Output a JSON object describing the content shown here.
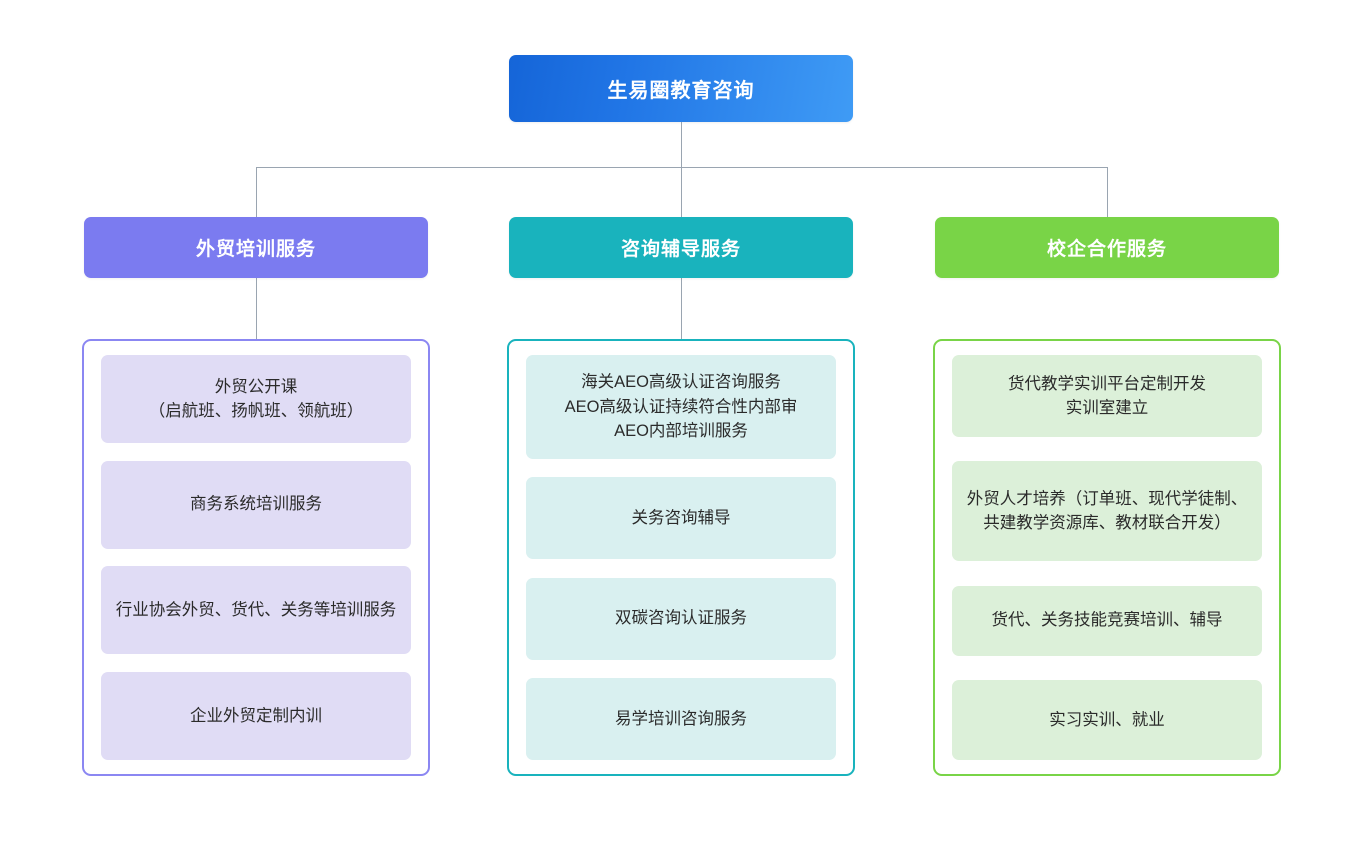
{
  "diagram": {
    "type": "organizational-tree",
    "root": {
      "label": "生易圈教育咨询",
      "color": "#2176e6"
    },
    "connectors": {
      "color": "#9aa5b1"
    },
    "branches": [
      {
        "id": "col1",
        "header": "外贸培训服务",
        "header_color": "#7b7bf0",
        "box_border_color": "#8b87f2",
        "card_color": "#e0dcf5",
        "items": [
          "外贸公开课\n（启航班、扬帆班、领航班）",
          "商务系统培训服务",
          "行业协会外贸、货代、关务等培训服务",
          "企业外贸定制内训"
        ]
      },
      {
        "id": "col2",
        "header": "咨询辅导服务",
        "header_color": "#19b3bd",
        "box_border_color": "#19b3bd",
        "card_color": "#d9f0f0",
        "items": [
          "海关AEO高级认证咨询服务\nAEO高级认证持续符合性内部审\nAEO内部培训服务",
          "关务咨询辅导",
          "双碳咨询认证服务",
          "易学培训咨询服务"
        ]
      },
      {
        "id": "col3",
        "header": "校企合作服务",
        "header_color": "#79d447",
        "box_border_color": "#79d447",
        "card_color": "#dcf0d9",
        "items": [
          "货代教学实训平台定制开发\n实训室建立",
          "外贸人才培养（订单班、现代学徒制、共建教学资源库、教材联合开发）",
          "货代、关务技能竞赛培训、辅导",
          "实习实训、就业"
        ]
      }
    ]
  }
}
